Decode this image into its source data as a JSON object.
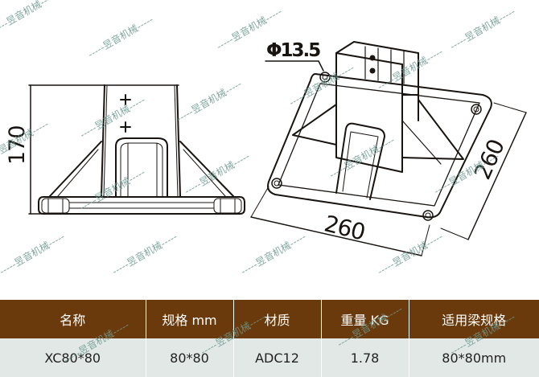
{
  "drawing": {
    "side_view": {
      "height_dimension": "170"
    },
    "iso_view": {
      "hole_diameter_label": "Φ13.5",
      "width_dimension": "260",
      "depth_dimension": "260"
    },
    "colors": {
      "line": "#1a1411",
      "watermark": "#6a9a90"
    }
  },
  "watermark": {
    "text": "-----昱音机械-----"
  },
  "spec_table": {
    "header_color": "#6b3a0c",
    "row_color": "#e2e8e5",
    "headers": [
      "名称",
      "规格 mm",
      "材质",
      "重量 KG",
      "适用梁规格"
    ],
    "rows": [
      [
        "XC80*80",
        "80*80",
        "ADC12",
        "1.78",
        "80*80mm"
      ]
    ]
  }
}
